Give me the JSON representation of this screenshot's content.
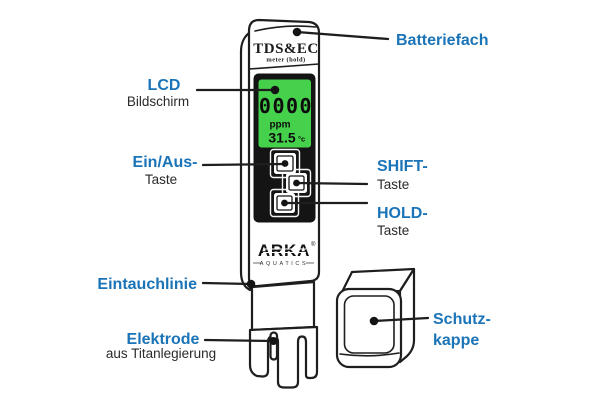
{
  "colors": {
    "accent_blue": "#1b74b8",
    "ink": "#1e1e1e",
    "lcd_green": "#45d14b",
    "panel_black": "#141414",
    "background": "#ffffff"
  },
  "device": {
    "title": "TDS&EC",
    "subtitle": "meter (hold)",
    "lcd_value": "0000",
    "lcd_unit": "ppm",
    "lcd_temp": "31.5",
    "lcd_temp_unit": "°c",
    "logo_text": "ARKA",
    "logo_reg": "®",
    "logo_sub": "AQUATICS"
  },
  "callouts": {
    "battery": {
      "label": "Batteriefach"
    },
    "lcd": {
      "label": "LCD",
      "sublabel": "Bildschirm"
    },
    "power": {
      "label": "Ein/Aus-",
      "sublabel": "Taste"
    },
    "shift": {
      "label": "SHIFT-",
      "sublabel": "Taste"
    },
    "hold": {
      "label": "HOLD-",
      "sublabel": "Taste"
    },
    "immersion": {
      "label": "Eintauchlinie"
    },
    "electrode": {
      "label": "Elektrode",
      "sublabel": "aus Titanlegierung"
    },
    "cap": {
      "label_line1": "Schutz-",
      "label_line2": "kappe"
    }
  }
}
